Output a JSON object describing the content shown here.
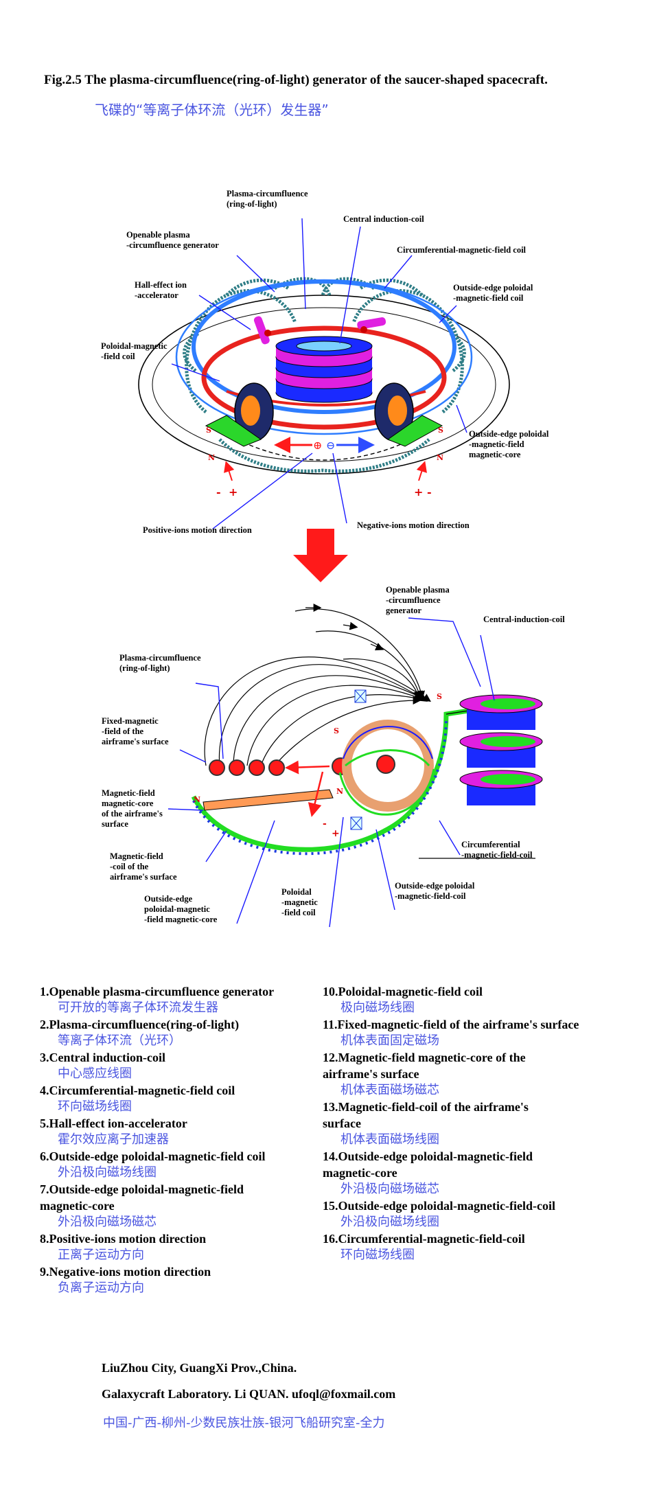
{
  "header": {
    "title": "Fig.2.5  The plasma-circumfluence(ring-of-light) generator of the saucer-shaped spacecraft.",
    "subtitle_cn": "飞碟的“等离子体环流（光环）发生器”"
  },
  "top_diagram": {
    "labels": {
      "plasma": "Plasma-circumfluence\n(ring-of-light)",
      "central_coil": "Central induction-coil",
      "openable": "Openable plasma\n-circumfluence generator",
      "circ_coil": "Circumferential-magnetic-field coil",
      "hall": "Hall-effect ion\n-accelerator",
      "outside_coil": "Outside-edge poloidal\n-magnetic-field coil",
      "poloidal_coil": "Poloidal-magnetic\n-field coil",
      "outside_core": "Outside-edge poloidal\n-magnetic-field\nmagnetic-core",
      "positive": "Positive-ions motion direction",
      "negative": "Negative-ions motion direction"
    },
    "marks": {
      "s": "S",
      "n": "N",
      "plus": "+",
      "minus": "-",
      "plus_circle": "⊕",
      "minus_circle": "⊖"
    }
  },
  "bottom_diagram": {
    "labels": {
      "openable": "Openable plasma\n-circumfluence\ngenerator",
      "central_coil": "Central-induction-coil",
      "plasma": "Plasma-circumfluence\n(ring-of-light)",
      "fixed": "Fixed-magnetic\n-field of the\nairframe's surface",
      "core_surface": "Magnetic-field\nmagnetic-core\nof the airframe's\nsurface",
      "coil_surface": "Magnetic-field\n-coil of the\nairframe's surface",
      "outside_core": "Outside-edge\npoloidal-magnetic\n-field magnetic-core",
      "poloidal": "Poloidal\n-magnetic\n-field coil",
      "outside_coil": "Outside-edge poloidal\n-magnetic-field-coil",
      "circ_coil": "Circumferential\n-magnetic-field-coil"
    },
    "marks": {
      "s": "S",
      "n": "N",
      "plus": "+",
      "minus": "-"
    }
  },
  "legend": {
    "left": [
      {
        "en": "1.Openable plasma-circumfluence generator",
        "cn": "可开放的等离子体环流发生器"
      },
      {
        "en": "2.Plasma-circumfluence(ring-of-light)",
        "cn": "等离子体环流（光环）"
      },
      {
        "en": "3.Central induction-coil",
        "cn": "中心感应线圈"
      },
      {
        "en": "4.Circumferential-magnetic-field coil",
        "cn": "环向磁场线圈"
      },
      {
        "en": "5.Hall-effect ion-accelerator",
        "cn": "霍尔效应离子加速器"
      },
      {
        "en": "6.Outside-edge poloidal-magnetic-field coil",
        "cn": "外沿极向磁场线圈"
      },
      {
        "en": "7.Outside-edge poloidal-magnetic-field\n   magnetic-core",
        "cn": "外沿极向磁场磁芯"
      },
      {
        "en": "8.Positive-ions motion direction",
        "cn": "正离子运动方向"
      },
      {
        "en": "9.Negative-ions motion direction",
        "cn": "负离子运动方向"
      }
    ],
    "right": [
      {
        "en": "10.Poloidal-magnetic-field coil",
        "cn": "极向磁场线圈"
      },
      {
        "en": "11.Fixed-magnetic-field of the airframe's surface",
        "cn": "机体表面固定磁场"
      },
      {
        "en": "12.Magnetic-field magnetic-core of the\n     airframe's surface",
        "cn": "机体表面磁场磁芯"
      },
      {
        "en": "13.Magnetic-field-coil of the airframe's\n     surface",
        "cn": "机体表面磁场线圈"
      },
      {
        "en": "14.Outside-edge poloidal-magnetic-field\n     magnetic-core",
        "cn": "外沿极向磁场磁芯"
      },
      {
        "en": "15.Outside-edge poloidal-magnetic-field-coil",
        "cn": "外沿极向磁场线圈"
      },
      {
        "en": "16.Circumferential-magnetic-field-coil",
        "cn": "环向磁场线圈"
      }
    ]
  },
  "footer": {
    "city": "LiuZhou City, GuangXi Prov.,China.",
    "lab": "Galaxycraft  Laboratory.   Li  QUAN.   ufoql@foxmail.com",
    "cn": "中国-广西-柳州-少数民族壮族-银河飞船研究室-全力"
  },
  "colors": {
    "accent_blue": "#4a55e0",
    "arrow_red": "#ff1a1a",
    "coil_teal": "#2e7d86",
    "ring_red": "#e8231e",
    "ring_blue": "#2e7dff",
    "coil_green": "#22dd22",
    "magenta": "#e020e0"
  }
}
